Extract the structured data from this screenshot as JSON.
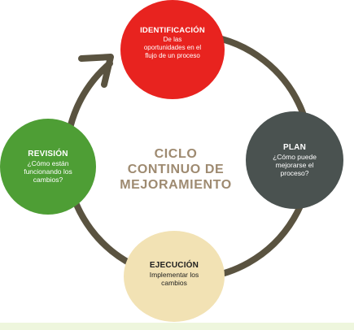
{
  "center_title": {
    "line1": "CICLO",
    "line2": "CONTINUO DE",
    "line3": "MEJORAMIENTO"
  },
  "nodes": {
    "identificacion": {
      "title": "IDENTIFICACIÓN",
      "lines": [
        "De las",
        "oportunidades en el",
        "flujo de un proceso"
      ]
    },
    "plan": {
      "title": "PLAN",
      "lines": [
        "¿Cómo puede",
        "mejorarse el",
        "proceso?"
      ]
    },
    "ejecucion": {
      "title": "EJECUCIÓN",
      "lines": [
        "Implementar los",
        "cambios"
      ]
    },
    "revision": {
      "title": "REVISIÓN",
      "lines": [
        "¿Cómo están",
        "funcionando los",
        "cambios?"
      ]
    }
  },
  "colors": {
    "identificacion": "#e8231f",
    "plan": "#4a5250",
    "ejecucion": "#f2e2b4",
    "revision": "#4e9e35",
    "ring": "#5a5340",
    "center_text": "#9e8a70"
  },
  "icons": {
    "cycle_arrow": "arrow-head-icon"
  }
}
